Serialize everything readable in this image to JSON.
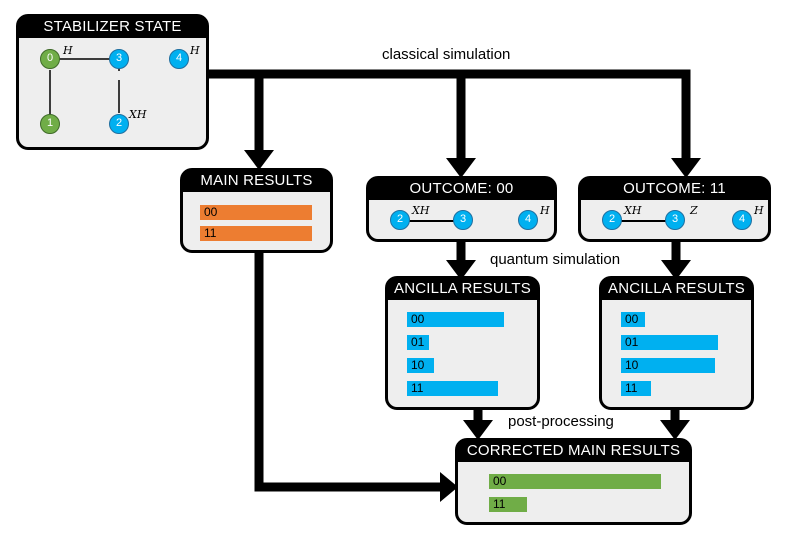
{
  "labels": {
    "classical": "classical simulation",
    "quantum": "quantum simulation",
    "post": "post-processing"
  },
  "stabilizer": {
    "title": "STABILIZER STATE",
    "nodes": [
      "0",
      "1",
      "2",
      "3",
      "4"
    ],
    "gates": {
      "n0": "H",
      "n2": "XH",
      "n4": "H"
    }
  },
  "main_results": {
    "title": "MAIN RESULTS",
    "bars": [
      {
        "label": "00",
        "value": 1.0
      },
      {
        "label": "11",
        "value": 1.0
      }
    ]
  },
  "outcome00": {
    "title": "OUTCOME: 00",
    "nodes": [
      "2",
      "3",
      "4"
    ],
    "gates": {
      "n2": "XH",
      "n4": "H"
    }
  },
  "outcome11": {
    "title": "OUTCOME: 11",
    "nodes": [
      "2",
      "3",
      "4"
    ],
    "gates": {
      "n2": "XH",
      "n3": "Z",
      "n4": "H"
    }
  },
  "ancilla00": {
    "title": "ANCILLA RESULTS",
    "bars": [
      {
        "label": "00",
        "value": 0.97
      },
      {
        "label": "01",
        "value": 0.22
      },
      {
        "label": "10",
        "value": 0.27
      },
      {
        "label": "11",
        "value": 0.91
      }
    ]
  },
  "ancilla11": {
    "title": "ANCILLA RESULTS",
    "bars": [
      {
        "label": "00",
        "value": 0.24
      },
      {
        "label": "01",
        "value": 0.97
      },
      {
        "label": "10",
        "value": 0.94
      },
      {
        "label": "11",
        "value": 0.3
      }
    ]
  },
  "corrected": {
    "title": "CORRECTED MAIN RESULTS",
    "bars": [
      {
        "label": "00",
        "value": 1.0
      },
      {
        "label": "11",
        "value": 0.22
      }
    ]
  }
}
